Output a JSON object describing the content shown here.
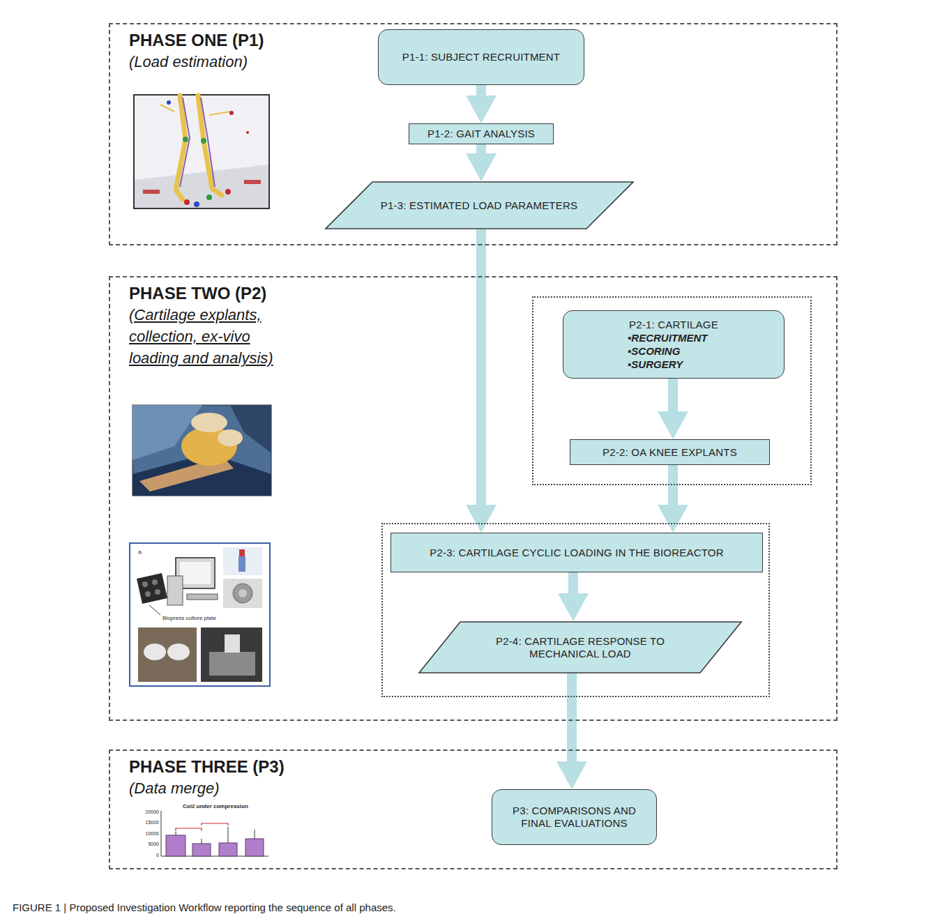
{
  "diagram": {
    "caption": "FIGURE 1 | Proposed Investigation Workflow reporting the sequence of all phases.",
    "nodes": [
      {
        "text": [
          "PHASE ONE (P1)",
          "(Load estimation)"
        ]
      },
      {
        "text": [
          "P1-1: SUBJECT RECRUITMENT"
        ],
        "in": 0
      },
      {
        "text": [
          "P1-2: GAIT ANALYSIS"
        ],
        "in": 0
      },
      {
        "text": [
          "P1-3: ESTIMATED LOAD PARAMETERS"
        ],
        "in": 0
      },
      {
        "text": [
          "PHASE TWO (P2)",
          "(Cartilage explants, collection, ex-vivo loading and analysis)"
        ]
      },
      {
        "text": [
          "P2-1: CARTILAGE",
          "▪RECRUITMENT",
          "▪SCORING",
          "▪SURGERY"
        ],
        "in": 4
      },
      {
        "text": [
          "P2-2: OA KNEE EXPLANTS"
        ],
        "in": 4
      },
      {
        "text": [
          "P2-3: CARTILAGE CYCLIC LOADING IN THE BIOREACTOR"
        ],
        "in": 4
      },
      {
        "text": [
          "P2-4: CARTILAGE RESPONSE TO MECHANICAL LOAD"
        ],
        "in": 4
      },
      {
        "text": [
          "PHASE THREE (P3)",
          "(Data merge)"
        ]
      },
      {
        "text": [
          "P3: COMPARISONS AND FINAL EVALUATIONS"
        ],
        "in": 9
      }
    ],
    "edges": [
      {
        "from": 1,
        "to": 2,
        "arrow": "to"
      },
      {
        "from": 2,
        "to": 3,
        "arrow": "to"
      },
      {
        "from": 3,
        "to": 7,
        "arrow": "to"
      },
      {
        "from": 5,
        "to": 6,
        "arrow": "to"
      },
      {
        "from": 6,
        "to": 7,
        "arrow": "to"
      },
      {
        "from": 7,
        "to": 8,
        "arrow": "to"
      },
      {
        "from": 8,
        "to": 10,
        "arrow": "to"
      }
    ],
    "labels": [
      "a.",
      "Biopress culture plate",
      "Col2 under compression",
      "20000",
      "15000",
      "10000",
      "5000",
      "0"
    ]
  }
}
